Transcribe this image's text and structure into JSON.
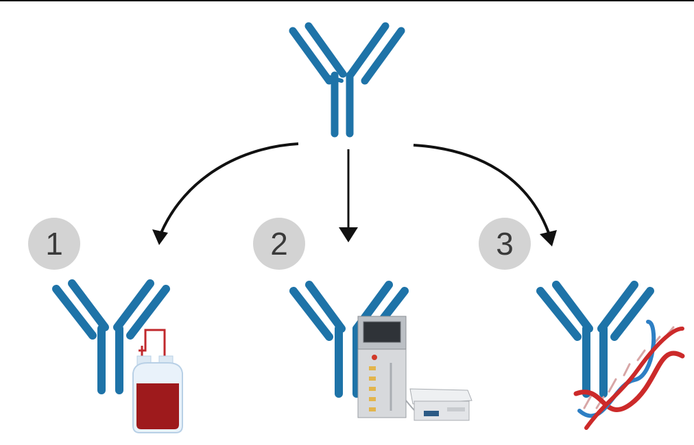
{
  "steps": [
    {
      "number": "1",
      "icon": "blood-bag-icon"
    },
    {
      "number": "2",
      "icon": "bioreactor-icon"
    },
    {
      "number": "3",
      "icon": "dna-helix-icon"
    }
  ],
  "colors": {
    "antibody": "#1e73a8",
    "arrow": "#111111",
    "badge_fill": "#d3d3d3",
    "badge_text": "#3a3a3a",
    "blood": "#9e1a1c",
    "dna_red": "#cc2a2a",
    "dna_blue": "#2e7fc4"
  }
}
